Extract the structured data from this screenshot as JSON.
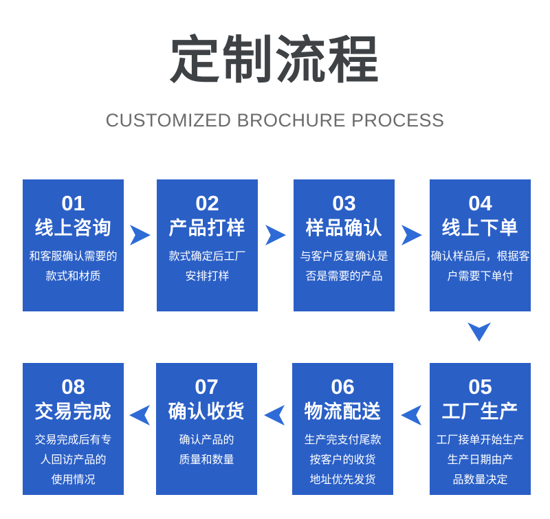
{
  "header": {
    "title": "定制流程",
    "subtitle": "CUSTOMIZED BROCHURE PROCESS"
  },
  "colors": {
    "background": "#ffffff",
    "box_blue": "#2a5fc6",
    "arrow_blue": "#2e6bd6",
    "title_color": "#3f4245",
    "subtitle_color": "#6b6b6b",
    "step_text": "#ffffff"
  },
  "steps": [
    {
      "number": "01",
      "title": "线上咨询",
      "description": "和客服确认需要的\n款式和材质"
    },
    {
      "number": "02",
      "title": "产品打样",
      "description": "款式确定后工厂\n安排打样"
    },
    {
      "number": "03",
      "title": "样品确认",
      "description": "与客户反复确认是\n否是需要的产品"
    },
    {
      "number": "04",
      "title": "线上下单",
      "description": "确认样品后，根据客\n户需要下单付"
    },
    {
      "number": "05",
      "title": "工厂生产",
      "description": "工厂接单开始生产\n生产日期由产\n品数量决定"
    },
    {
      "number": "06",
      "title": "物流配送",
      "description": "生产完支付尾款\n按客户的收货\n地址优先发货"
    },
    {
      "number": "07",
      "title": "确认收货",
      "description": "确认产品的\n质量和数量"
    },
    {
      "number": "08",
      "title": "交易完成",
      "description": "交易完成后有专\n人回访产品的\n使用情况"
    }
  ]
}
